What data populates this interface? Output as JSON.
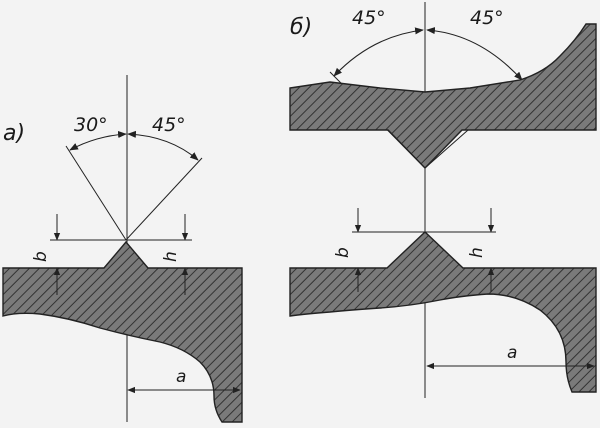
{
  "diagram_a": {
    "label": "а)",
    "angle_left": "30°",
    "angle_right": "45°",
    "dim_b": "b",
    "dim_h": "h",
    "dim_a": "a"
  },
  "diagram_b": {
    "label": "б)",
    "angle_left": "45°",
    "angle_right": "45°",
    "dim_b": "b",
    "dim_h": "h",
    "dim_a": "a"
  }
}
